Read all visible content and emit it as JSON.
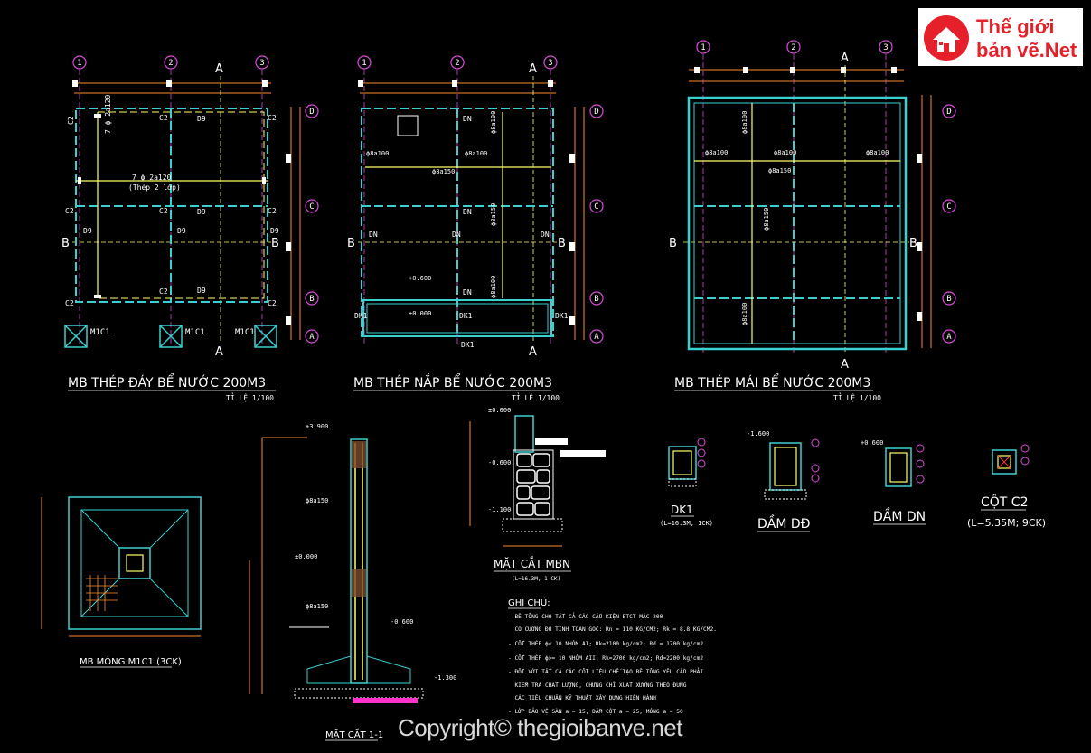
{
  "logo": {
    "line1": "Thế giới",
    "line2": "bản vẽ.Net"
  },
  "watermark": "Copyright© thegioibanve.net",
  "axes": {
    "n1": "1",
    "n2": "2",
    "n3": "3",
    "a": "A",
    "b": "B",
    "c": "C",
    "d": "D"
  },
  "plans": {
    "p1": {
      "title": "MB THÉP ĐÁY BỂ NƯỚC 200M3",
      "scale": "TỈ LỆ 1/100"
    },
    "p2": {
      "title": "MB THÉP NẮP BỂ NƯỚC 200M3",
      "scale": "TỈ LỆ 1/100"
    },
    "p3": {
      "title": "MB THÉP MÁI BỂ NƯỚC 200M3",
      "scale": "TỈ LỆ 1/100"
    }
  },
  "marks": {
    "c2": "C2",
    "d9": "D9",
    "dn": "DN",
    "dk1": "DK1",
    "m1c1": "M1C1",
    "st1": "ϕ8a100",
    "st2": "ϕ8a150",
    "pl1": "7 ϕ 2a120",
    "pl1b": "(Thép 2 lớp)",
    "lv1": "+0.600",
    "lv2": "±0.000",
    "lv3": "+3.900",
    "lv4": "-0.600",
    "lv5": "-1.100",
    "lv6": "-1.300",
    "lv7": "-1.600"
  },
  "details": {
    "mong": "MB MÓNG M1C1 (3CK)",
    "matcat11": "MẶT CẮT 1-1",
    "mbn": "MẶT CẮT MBN",
    "mbn_sub": "(L=16.3M, 1 CK)",
    "dk1": "DK1",
    "dk1_sub": "(L=16.3M, 1CK)",
    "dam_dd": "DẦM DĐ",
    "dam_dn": "DẦM DN",
    "cot_c2": "CỘT C2",
    "cot_c2_sub": "(L=5.35M; 9CK)"
  },
  "notes": {
    "title": "GHI CHÚ:",
    "lines": [
      "- BÊ TÔNG CHO TẤT CẢ CÁC CẤU KIỆN BTCT MÁC 200",
      "  CÓ CƯỜNG ĐỘ TÍNH TOÁN GỐC: Rn = 110 KG/CM2; Rk = 8.8 KG/CM2.",
      "- CỐT THÉP ϕ< 10 NHÓM AI; Rk=2100 kg/cm2; Rd = 1700 kg/cm2",
      "- CỐT THÉP ϕ>= 10 NHÓM AII; Rk=2700 kg/cm2; Rd=2200 kg/cm2",
      "- ĐỐI VỚI TẤT CẢ CÁC CỐT LIỆU CHẾ TẠO BÊ TÔNG YÊU CẦU PHẢI",
      "  KIỂM TRA CHẤT LƯỢNG, CHỨNG CHỈ XUẤT XƯỞNG THEO ĐÚNG",
      "  CÁC TIÊU CHUẨN KỸ THUẬT XÂY DỰNG HIỆN HÀNH",
      "- LỚP BẢO VỆ SÀN a = 15; DẦM CỘT a = 25; MÓNG a = 50"
    ]
  }
}
